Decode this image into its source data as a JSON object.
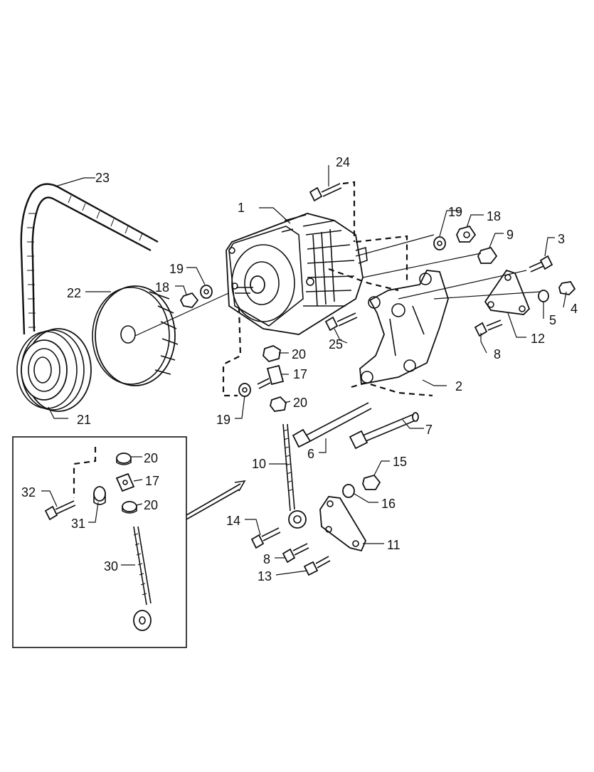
{
  "labels": {
    "p1": "1",
    "p2": "2",
    "p3": "3",
    "p4": "4",
    "p5": "5",
    "p6": "6",
    "p7": "7",
    "p8a": "8",
    "p8b": "8",
    "p9": "9",
    "p10": "10",
    "p11": "11",
    "p12": "12",
    "p13": "13",
    "p14": "14",
    "p15": "15",
    "p16": "16",
    "p17a": "17",
    "p17b": "17",
    "p18a": "18",
    "p18b": "18",
    "p19a": "19",
    "p19b": "19",
    "p19c": "19",
    "p20a": "20",
    "p20b": "20",
    "p20c": "20",
    "p20d": "20",
    "p21": "21",
    "p22": "22",
    "p23": "23",
    "p24": "24",
    "p25": "25",
    "p30": "30",
    "p31": "31",
    "p32": "32"
  }
}
